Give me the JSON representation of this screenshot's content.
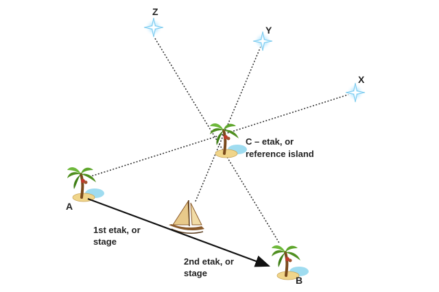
{
  "stars": {
    "z": {
      "label": "Z"
    },
    "y": {
      "label": "Y"
    },
    "x": {
      "label": "X"
    }
  },
  "islands": {
    "a": {
      "label": "A"
    },
    "b": {
      "label": "B"
    },
    "c": {
      "label_line1": "C – etak, or",
      "label_line2": "reference island"
    }
  },
  "stages": {
    "first": {
      "line1": "1st etak, or",
      "line2": "stage"
    },
    "second": {
      "line1": "2nd etak, or",
      "line2": "stage"
    }
  },
  "colors": {
    "line": "#333333",
    "sand": "#f0d58a",
    "water": "#9fdcf0",
    "palm_leaf": "#4f8f1f",
    "trunk": "#7a4a1c",
    "star_glow": "#aee6ff",
    "sail": "#e8c98a",
    "hull": "#8a5a2b"
  }
}
